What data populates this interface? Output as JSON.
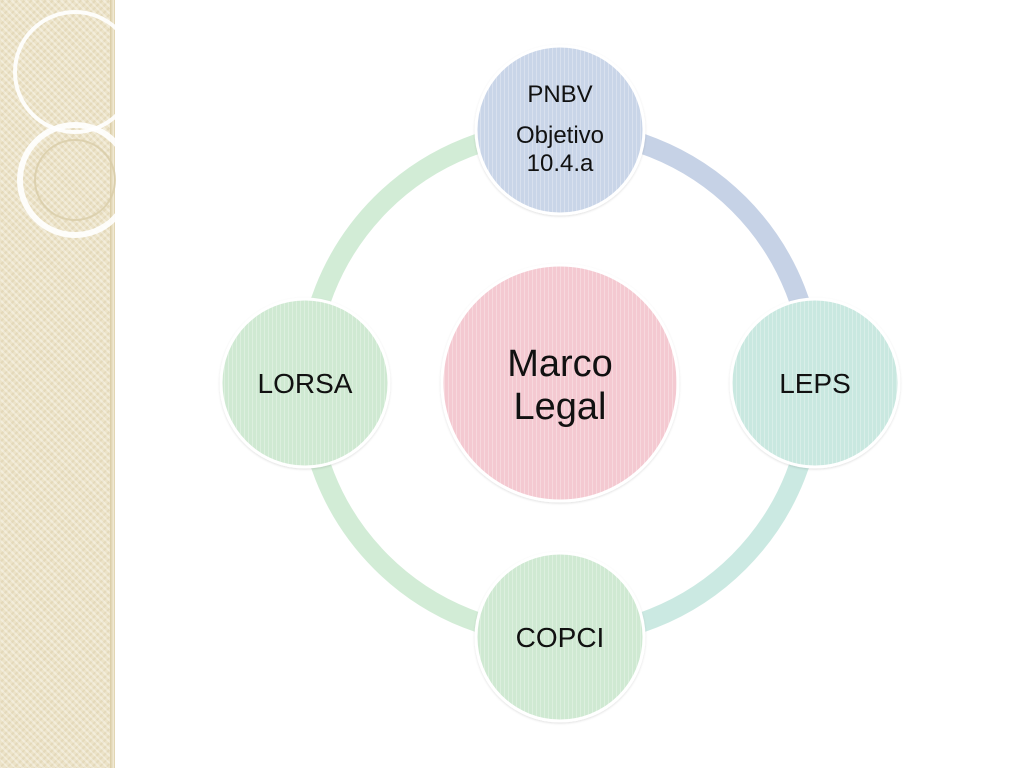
{
  "diagram": {
    "center": {
      "lines": [
        "Marco",
        "Legal"
      ],
      "color": "#f4c9d1"
    },
    "nodes": [
      {
        "id": "pnbv",
        "lines": [
          "PNBV",
          "Objetivo",
          "10.4.a"
        ],
        "color": "#c9d5e8"
      },
      {
        "id": "leps",
        "lines": [
          "LEPS"
        ],
        "color": "#c9e8e0"
      },
      {
        "id": "copci",
        "lines": [
          "COPCI"
        ],
        "color": "#cfe9d2"
      },
      {
        "id": "lorsa",
        "lines": [
          "LORSA"
        ],
        "color": "#cfe9d2"
      }
    ],
    "ring_colors": {
      "pnbv_to_leps": "#c6d2e6",
      "leps_to_copci": "#cbe9e2",
      "copci_to_lorsa": "#d2ecd6",
      "lorsa_to_pnbv": "#d2ecd6"
    },
    "side_panel_color": "#ece3c8"
  }
}
